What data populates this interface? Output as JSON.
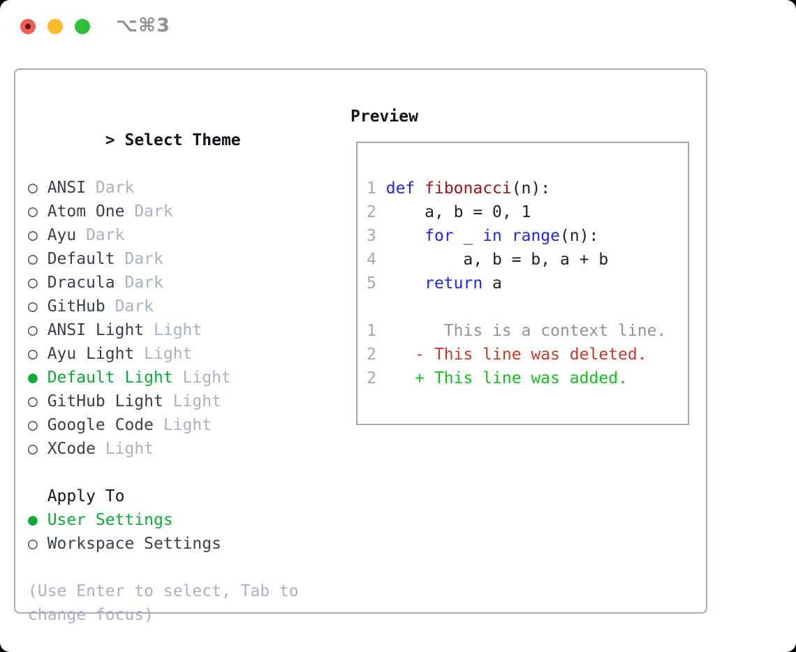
{
  "window": {
    "title": "⌥⌘3",
    "traffic_lights": {
      "close": "red",
      "minimize": "yellow",
      "zoom": "green"
    }
  },
  "icons": {
    "selected_bullet": "●",
    "unselected_bullet": "○",
    "prompt_caret": ">"
  },
  "theme_picker": {
    "prompt": ">",
    "header": "Select Theme",
    "themes": [
      {
        "name": "ANSI",
        "variant": "Dark",
        "selected": false
      },
      {
        "name": "Atom One",
        "variant": "Dark",
        "selected": false
      },
      {
        "name": "Ayu",
        "variant": "Dark",
        "selected": false
      },
      {
        "name": "Default",
        "variant": "Dark",
        "selected": false
      },
      {
        "name": "Dracula",
        "variant": "Dark",
        "selected": false
      },
      {
        "name": "GitHub",
        "variant": "Dark",
        "selected": false
      },
      {
        "name": "ANSI Light",
        "variant": "Light",
        "selected": false
      },
      {
        "name": "Ayu Light",
        "variant": "Light",
        "selected": false
      },
      {
        "name": "Default Light",
        "variant": "Light",
        "selected": true
      },
      {
        "name": "GitHub Light",
        "variant": "Light",
        "selected": false
      },
      {
        "name": "Google Code",
        "variant": "Light",
        "selected": false
      },
      {
        "name": "XCode",
        "variant": "Light",
        "selected": false
      }
    ]
  },
  "apply_to": {
    "header": "Apply To",
    "options": [
      {
        "label": "User Settings",
        "selected": true
      },
      {
        "label": "Workspace Settings",
        "selected": false
      }
    ]
  },
  "help": {
    "line1": "(Use Enter to select, Tab to",
    "line2": "change focus)"
  },
  "preview": {
    "header": "Preview",
    "lines": [
      {
        "name": "code-line-1",
        "tokens": [
          [
            "num",
            "1"
          ],
          [
            "plain",
            " "
          ],
          [
            "kw",
            "def"
          ],
          [
            "plain",
            " "
          ],
          [
            "fn",
            "fibonacci"
          ],
          [
            "plain",
            "(n):"
          ]
        ]
      },
      {
        "name": "code-line-2",
        "tokens": [
          [
            "num",
            "2"
          ],
          [
            "plain",
            "     a, b = 0, 1"
          ]
        ]
      },
      {
        "name": "code-line-3",
        "tokens": [
          [
            "num",
            "3"
          ],
          [
            "plain",
            "     "
          ],
          [
            "kw",
            "for"
          ],
          [
            "plain",
            " _ "
          ],
          [
            "kw",
            "in"
          ],
          [
            "plain",
            " "
          ],
          [
            "kw",
            "range"
          ],
          [
            "plain",
            "(n):"
          ]
        ]
      },
      {
        "name": "code-line-4",
        "tokens": [
          [
            "num",
            "4"
          ],
          [
            "plain",
            "         a, b = b, a + b"
          ]
        ]
      },
      {
        "name": "code-line-5",
        "tokens": [
          [
            "num",
            "5"
          ],
          [
            "plain",
            "     "
          ],
          [
            "kw",
            "return"
          ],
          [
            "plain",
            " a"
          ]
        ]
      },
      {
        "name": "blank-line",
        "tokens": []
      },
      {
        "name": "diff-context-line",
        "tokens": [
          [
            "num",
            "1"
          ],
          [
            "plain",
            "       "
          ],
          [
            "ctx",
            "This is a context line."
          ]
        ]
      },
      {
        "name": "diff-deleted-line",
        "tokens": [
          [
            "num",
            "2"
          ],
          [
            "plain",
            "    "
          ],
          [
            "del",
            "- This line was deleted."
          ]
        ]
      },
      {
        "name": "diff-added-line",
        "tokens": [
          [
            "num",
            "2"
          ],
          [
            "plain",
            "    "
          ],
          [
            "add",
            "+ This line was added."
          ]
        ]
      }
    ]
  },
  "colors": {
    "page_bg": "#000000",
    "window_bg": "#ffffff",
    "titlebar_text": "#8c8f94",
    "traffic_red": "#f25c54",
    "traffic_red_dot": "#5c1410",
    "traffic_yellow": "#fcbc2e",
    "traffic_green": "#2ec23a",
    "panel_border": "#a6adb6",
    "preview_border": "#9fa6b0",
    "heading_text": "#121419",
    "item_text": "#3a404b",
    "muted_gray": "#a9b2c0",
    "ui_green": "#0cab38",
    "line_number_gray": "#9caaba",
    "context_gray": "#8d939c",
    "keyword_blue": "#2323e8",
    "function_red": "#a31515",
    "code_text": "#1d2025",
    "diff_red": "#c6392b",
    "diff_green": "#12c31c"
  }
}
